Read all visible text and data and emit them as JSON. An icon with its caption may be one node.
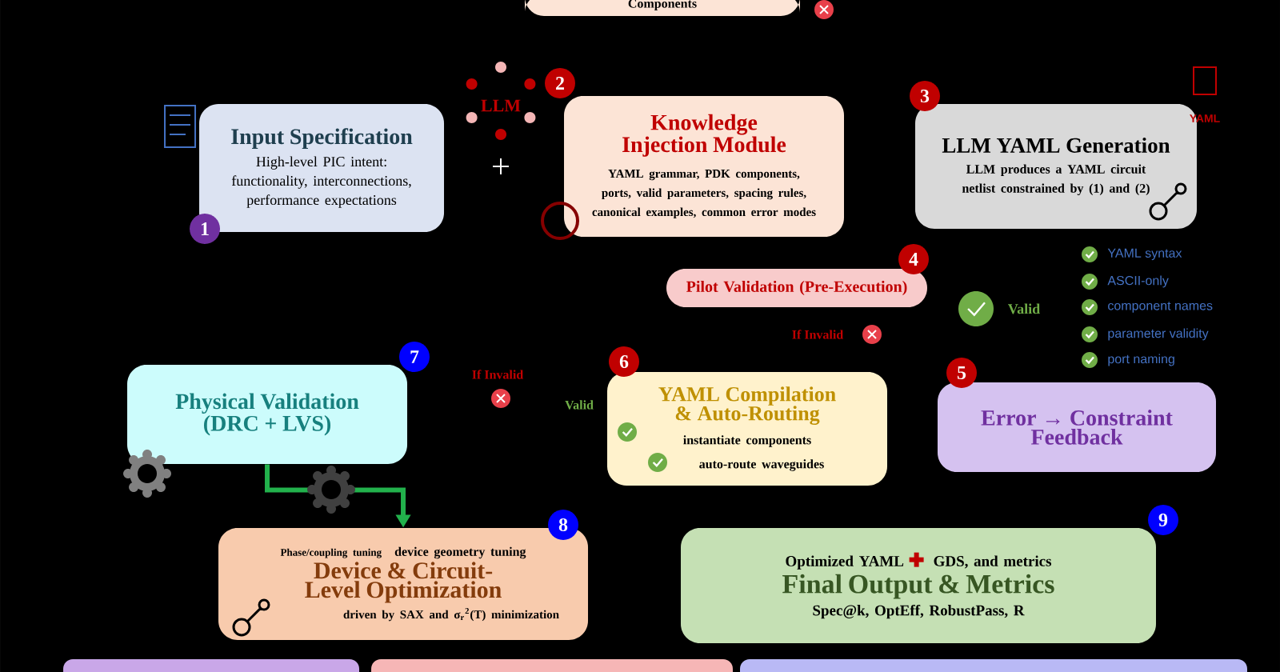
{
  "diagram": {
    "nodes": [
      {
        "text": [
          "Components"
        ]
      },
      {
        "text": [
          "Input Specification",
          "High-level PIC intent: functionality, interconnections, performance expectations"
        ],
        "beside": [
          "1"
        ]
      },
      {
        "text": [
          "Knowledge Injection Module",
          "YAML grammar, PDK components, ports, valid parameters, spacing rules, canonical examples, common error modes"
        ],
        "beside": [
          "2"
        ]
      },
      {
        "text": [
          "LLM YAML Generation",
          "LLM produces a YAML circuit netlist constrained by (1) and (2)"
        ],
        "beside": [
          "3"
        ]
      },
      {
        "text": [
          "Pilot Validation (Pre-Execution)"
        ],
        "beside": [
          "4"
        ]
      },
      {
        "text": [
          "Error → Constraint Feedback"
        ],
        "beside": [
          "5"
        ]
      },
      {
        "text": [
          "YAML Compilation & Auto-Routing",
          "instantiate components",
          "auto-route waveguides"
        ],
        "beside": [
          "6"
        ]
      },
      {
        "text": [
          "Physical Validation (DRC + LVS)"
        ],
        "beside": [
          "7"
        ]
      },
      {
        "text": [
          "Phase/coupling tuning",
          "device geometry tuning",
          "Device & Circuit-Level Optimization",
          "driven by SAX and σ$_{r}$$^{2}$(T) minimization"
        ],
        "beside": [
          "8"
        ]
      },
      {
        "text": [
          "Optimized YAML",
          "GDS, and metrics",
          "Final Output & Metrics",
          "Spec@k, OptEff, RobustPass, R"
        ],
        "beside": [
          "9"
        ]
      },
      {
        "text": [],
        "shape": "box"
      },
      {
        "text": [],
        "shape": "box"
      },
      {
        "text": [],
        "shape": "box"
      }
    ],
    "edges": [
      {
        "from": 7,
        "to": 8,
        "arrow": "to"
      }
    ],
    "labels": [
      "LLM",
      "YAML",
      "YAML syntax",
      "ASCII-only",
      "Valid",
      "component names",
      "If Invalid",
      "parameter validity",
      "port naming",
      "If Invalid",
      "Valid"
    ]
  }
}
